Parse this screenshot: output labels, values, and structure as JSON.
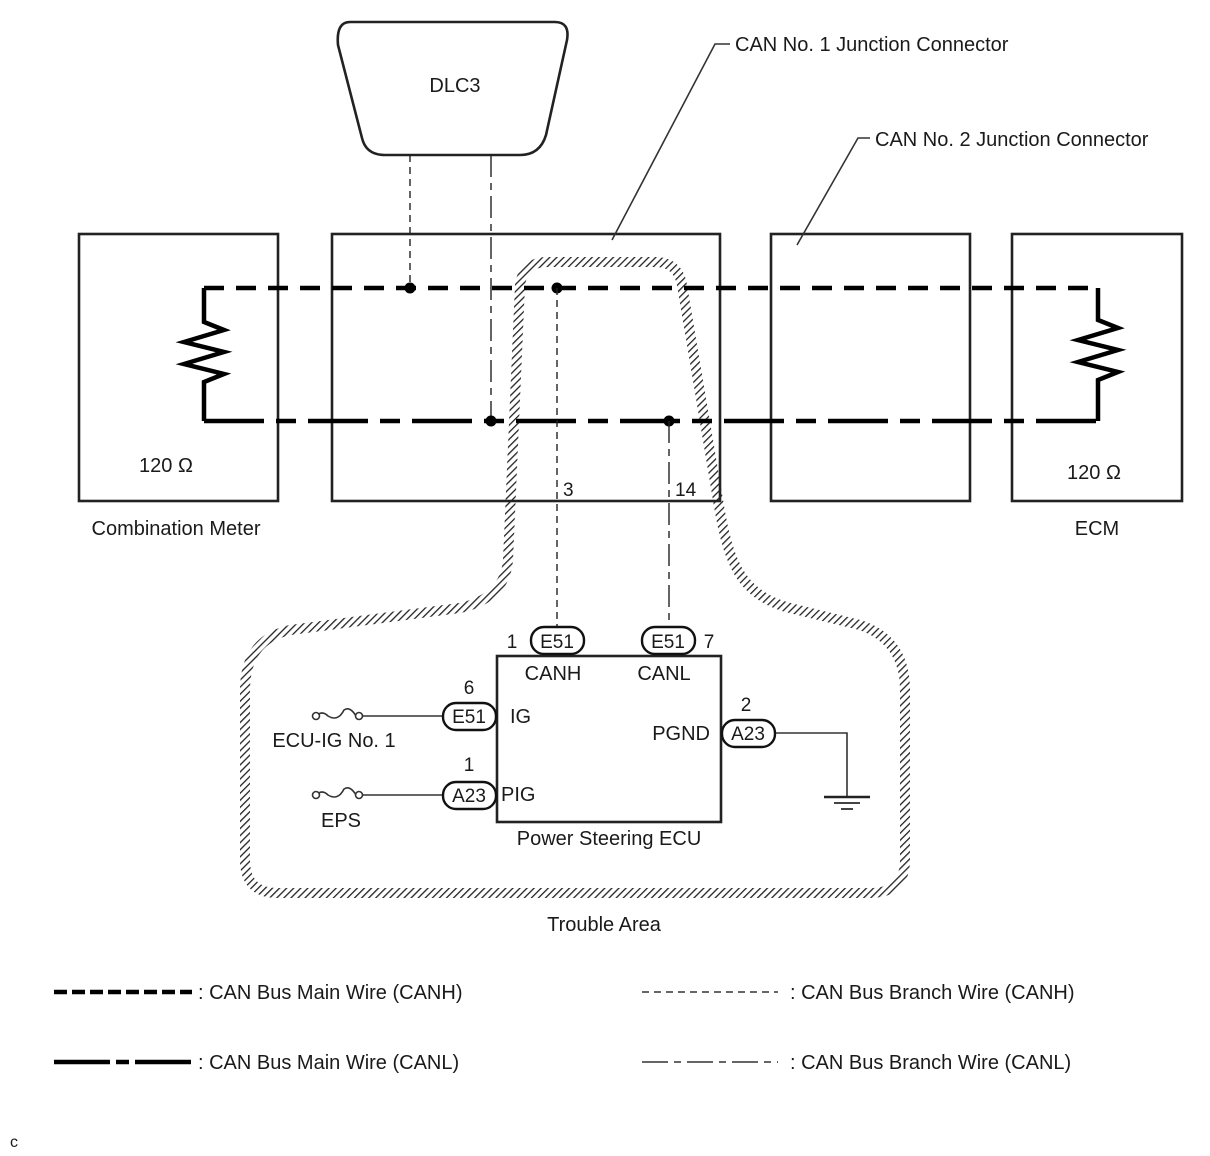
{
  "diagram": {
    "components": {
      "dlc3": "DLC3",
      "jc1_label": "CAN No. 1 Junction Connector",
      "jc2_label": "CAN No. 2 Junction Connector",
      "combination_meter": "Combination Meter",
      "combination_meter_resistance": "120 Ω",
      "ecm": "ECM",
      "ecm_resistance": "120 Ω",
      "power_steering_ecu": "Power Steering ECU",
      "trouble_area": "Trouble Area"
    },
    "jc1_pins": {
      "canh": "3",
      "canl": "14"
    },
    "ecu": {
      "canh_label": "CANH",
      "canl_label": "CANL",
      "ig_label": "IG",
      "pig_label": "PIG",
      "pgnd_label": "PGND",
      "canh_connector": "E51",
      "canh_pin": "1",
      "canl_connector": "E51",
      "canl_pin": "7",
      "ig_connector": "E51",
      "ig_pin": "6",
      "pig_connector": "A23",
      "pig_pin": "1",
      "pgnd_connector": "A23",
      "pgnd_pin": "2"
    },
    "fuses": {
      "ecu_ig": "ECU-IG No. 1",
      "eps": "EPS"
    }
  },
  "legend": [
    {
      "style": "main-canh",
      "label": ": CAN Bus Main Wire (CANH)"
    },
    {
      "style": "main-canl",
      "label": ": CAN Bus Main Wire (CANL)"
    },
    {
      "style": "branch-canh",
      "label": ": CAN Bus Branch Wire (CANH)"
    },
    {
      "style": "branch-canl",
      "label": ": CAN Bus Branch Wire (CANL)"
    }
  ],
  "footer_mark": "c"
}
